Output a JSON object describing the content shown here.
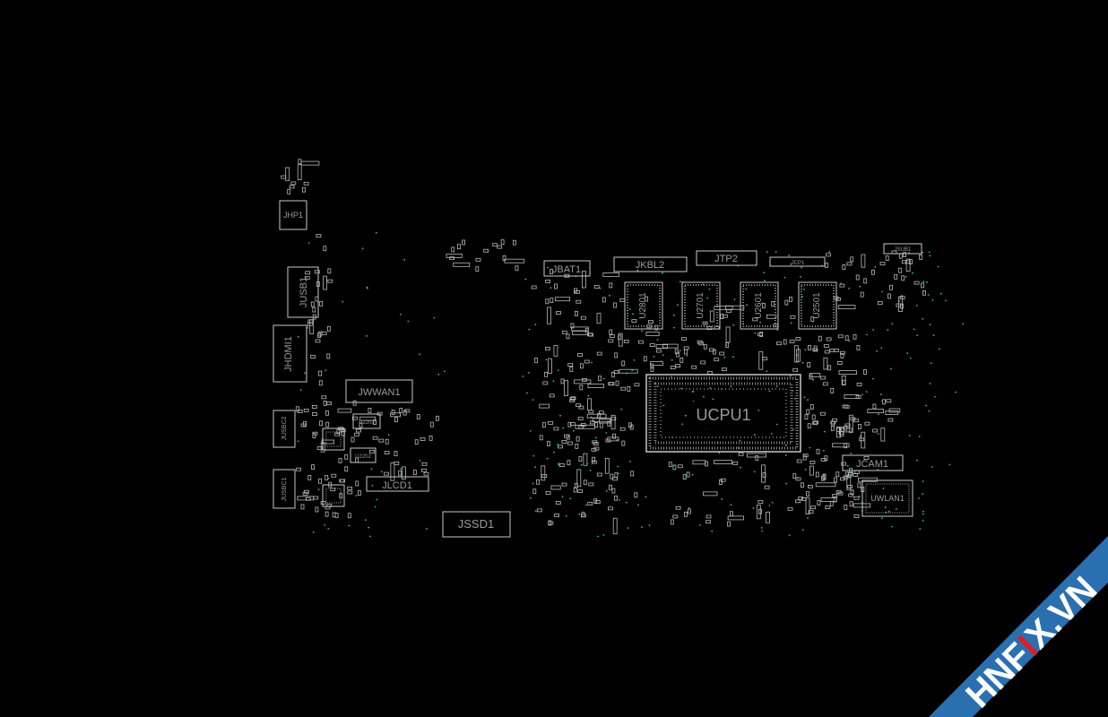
{
  "colors": {
    "background": "#000000",
    "outline": "#c8c8c8",
    "label": "#9a9a9a",
    "via": "#2fb7b7",
    "watermark_band": "#2a6fb0",
    "watermark_text": "#ffffff",
    "watermark_accent": "#d81f26"
  },
  "board": {
    "components": [
      {
        "id": "JHP1"
      },
      {
        "id": "JUSB1"
      },
      {
        "id": "JHDMI1"
      },
      {
        "id": "JUSBC2"
      },
      {
        "id": "JUSBC1"
      },
      {
        "id": "JWWAN1"
      },
      {
        "id": "U2203"
      },
      {
        "id": "U2202"
      },
      {
        "id": "JLCD1"
      },
      {
        "id": "JSSD1"
      },
      {
        "id": "JBAT1"
      },
      {
        "id": "JKBL2"
      },
      {
        "id": "JTP2"
      },
      {
        "id": "JCP1"
      },
      {
        "id": "JSUB1"
      },
      {
        "id": "U2801"
      },
      {
        "id": "U2701"
      },
      {
        "id": "U2601"
      },
      {
        "id": "U2501"
      },
      {
        "id": "UCPU1"
      },
      {
        "id": "JCAM1"
      },
      {
        "id": "UWLAN1"
      }
    ]
  },
  "watermark": {
    "text_a": "HNF",
    "text_accent": "I",
    "text_b": "X.VN"
  }
}
